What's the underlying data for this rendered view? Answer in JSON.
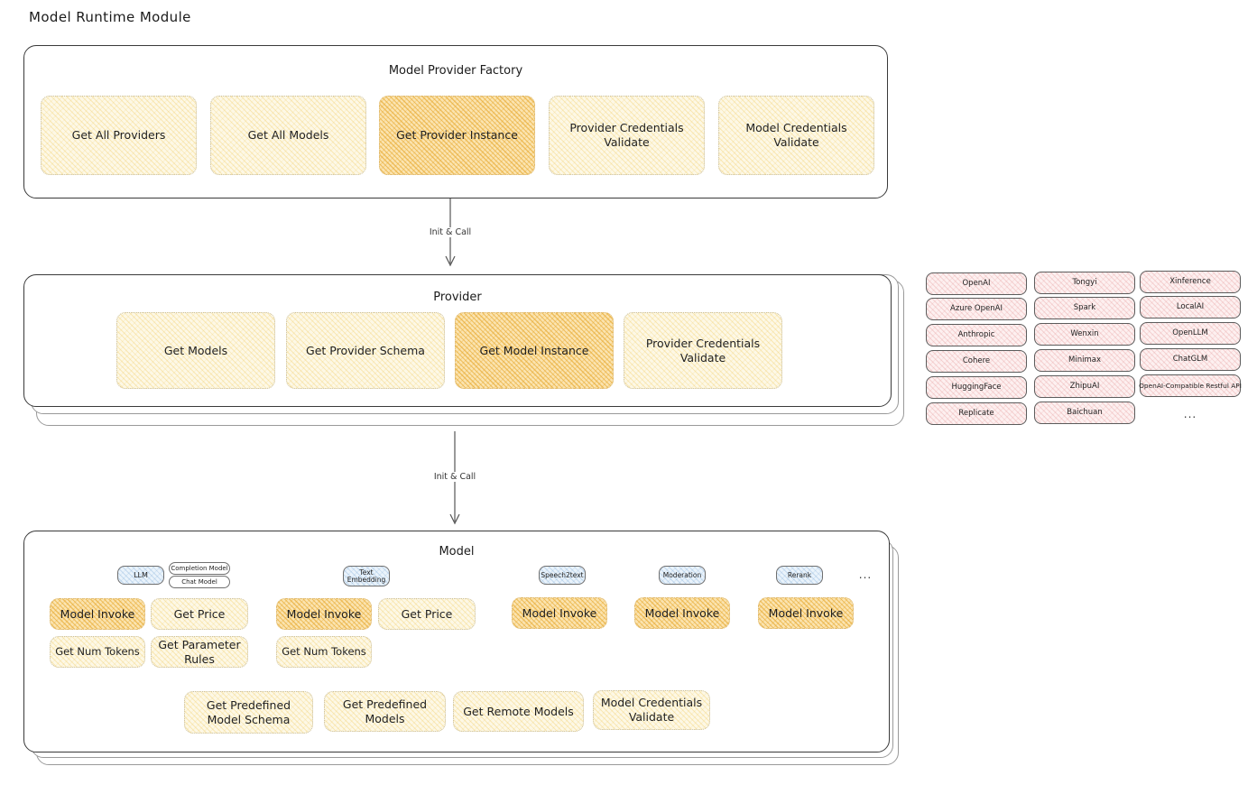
{
  "page": {
    "title": "Model Runtime Module"
  },
  "sections": {
    "factory": {
      "title": "Model Provider Factory",
      "nodes": [
        {
          "label": "Get All Providers",
          "highlighted": false
        },
        {
          "label": "Get All Models",
          "highlighted": false
        },
        {
          "label": "Get Provider Instance",
          "highlighted": true
        },
        {
          "label": "Provider Credentials Validate",
          "highlighted": false
        },
        {
          "label": "Model Credentials Validate",
          "highlighted": false
        }
      ]
    },
    "provider": {
      "title": "Provider",
      "nodes": [
        {
          "label": "Get Models",
          "highlighted": false
        },
        {
          "label": "Get Provider Schema",
          "highlighted": false
        },
        {
          "label": "Get Model Instance",
          "highlighted": true
        },
        {
          "label": "Provider Credentials Validate",
          "highlighted": false
        }
      ]
    },
    "model": {
      "title": "Model",
      "types": [
        {
          "tag": "LLM",
          "subtags": [
            "Completion Model",
            "Chat Model"
          ],
          "methods": [
            "Model Invoke",
            "Get Price",
            "Get Num Tokens",
            "Get Parameter Rules"
          ]
        },
        {
          "tag": "Text Embedding",
          "subtags": [],
          "methods": [
            "Model Invoke",
            "Get Price",
            "Get Num Tokens"
          ]
        },
        {
          "tag": "Speech2text",
          "subtags": [],
          "methods": [
            "Model Invoke"
          ]
        },
        {
          "tag": "Moderation",
          "subtags": [],
          "methods": [
            "Model Invoke"
          ]
        },
        {
          "tag": "Rerank",
          "subtags": [],
          "methods": [
            "Model Invoke"
          ]
        }
      ],
      "more": "...",
      "common_methods": [
        "Get Predefined Model Schema",
        "Get Predefined Models",
        "Get Remote Models",
        "Model Credentials Validate"
      ]
    }
  },
  "arrows": {
    "factory_to_provider": "Init & Call",
    "provider_to_model": "Init & Call"
  },
  "provider_list": {
    "more": "...",
    "columns": [
      [
        "OpenAI",
        "Azure OpenAI",
        "Anthropic",
        "Cohere",
        "HuggingFace",
        "Replicate"
      ],
      [
        "Tongyi",
        "Spark",
        "Wenxin",
        "Minimax",
        "ZhipuAI",
        "Baichuan"
      ],
      [
        "Xinference",
        "LocalAI",
        "OpenLLM",
        "ChatGLM",
        "OpenAI-Compatible Restful API"
      ]
    ]
  },
  "colors": {
    "highlight": "#fbe4b0",
    "node": "#fdf8e6",
    "provider_tag": "#fdf0f0",
    "model_type_tag": "#eaf3fb"
  }
}
